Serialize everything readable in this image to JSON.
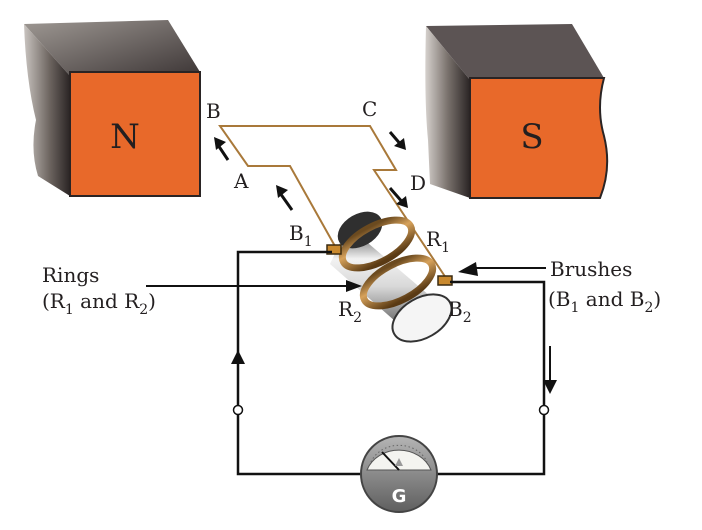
{
  "magnets": {
    "north_label": "N",
    "south_label": "S",
    "face_color": "#e8692a",
    "side_color_dark": "#3a3434",
    "side_color_light": "#bdb8b4"
  },
  "coil": {
    "corner_a": "A",
    "corner_b": "B",
    "corner_c": "C",
    "corner_d": "D",
    "wire_color": "#a9793a"
  },
  "contacts": {
    "b1_main": "B",
    "b1_sub": "1",
    "r1_main": "R",
    "r1_sub": "1",
    "r2_main": "R",
    "r2_sub": "2",
    "b2_main": "B",
    "b2_sub": "2"
  },
  "callouts": {
    "rings_title": "Rings",
    "rings_open": "(R",
    "rings_sub1": "1",
    "rings_and": " and R",
    "rings_sub2": "2",
    "rings_close": ")",
    "brushes_title": "Brushes",
    "brushes_open": "(B",
    "brushes_sub1": "1",
    "brushes_and": " and B",
    "brushes_sub2": "2",
    "brushes_close": ")"
  },
  "meter": {
    "label": "G",
    "body_color": "#8a8a8a"
  },
  "icons": [
    "magnet-north",
    "magnet-south",
    "current-arrow",
    "galvanometer"
  ]
}
